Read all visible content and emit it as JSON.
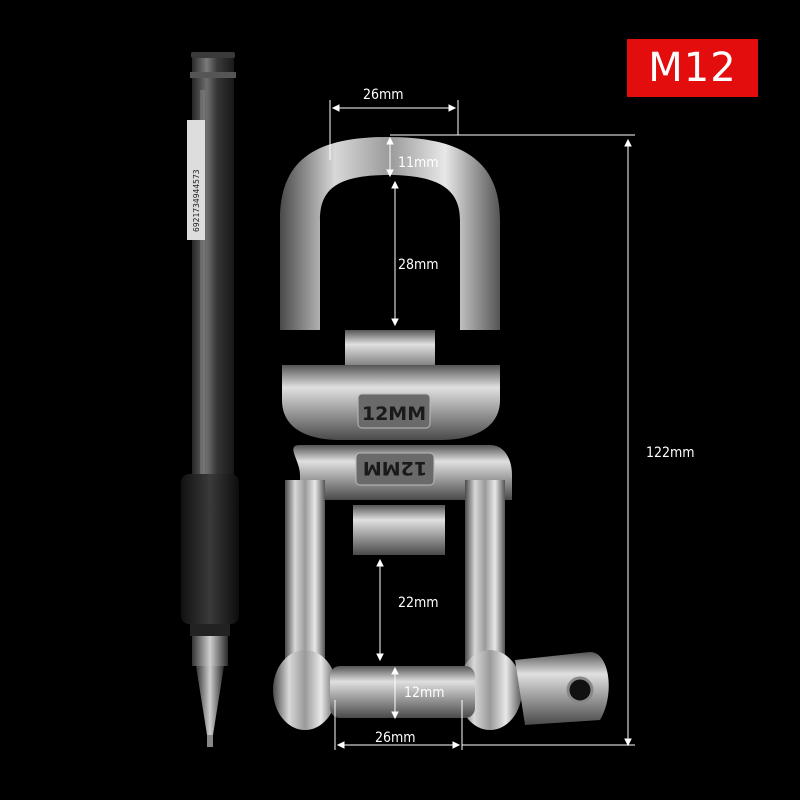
{
  "badge": {
    "label": "M12",
    "color": "#e30d0d"
  },
  "dimensions": {
    "top_width": "26mm",
    "eye_top_thickness": "11mm",
    "eye_inner_height": "28mm",
    "overall_length": "122mm",
    "shackle_inner_height": "22mm",
    "pin_diameter": "12mm",
    "bottom_width": "26mm"
  },
  "stamps": {
    "upper": "12MM",
    "lower": "12MM"
  },
  "pen": {
    "barcode_text": "6921734944573"
  }
}
